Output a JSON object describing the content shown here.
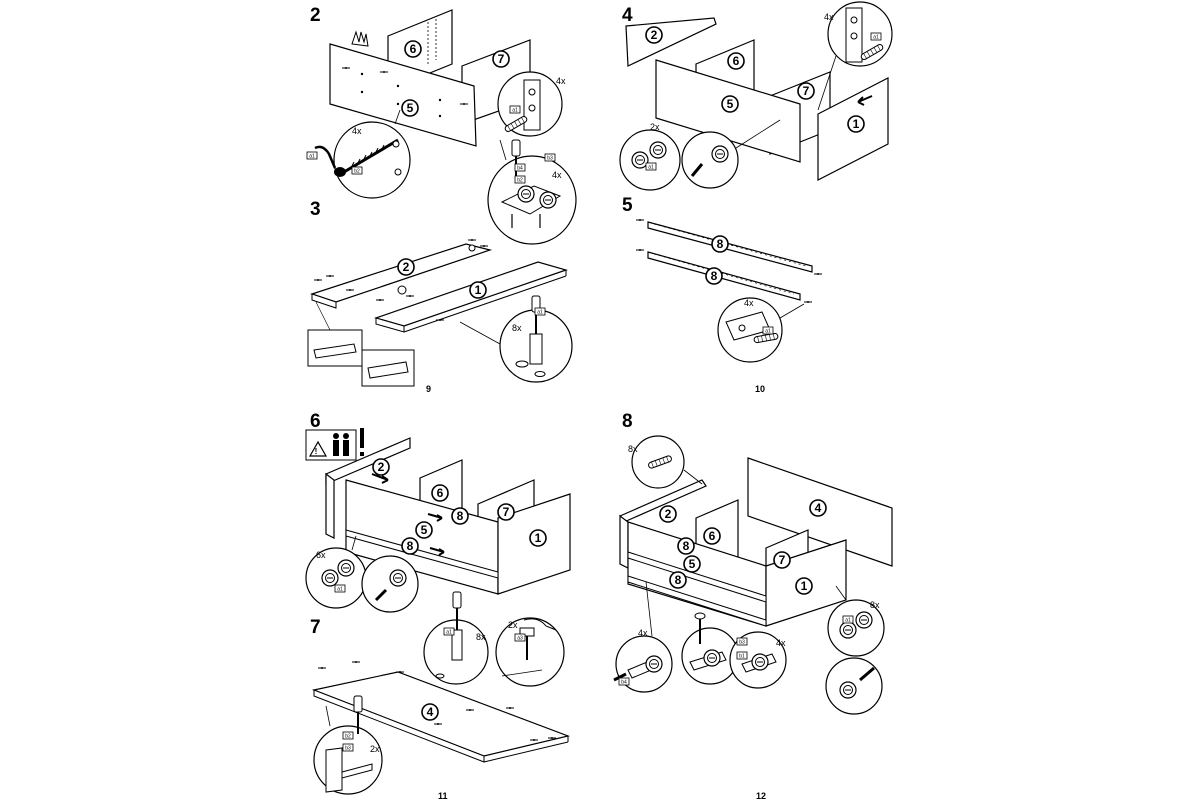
{
  "pages": [
    "9",
    "10",
    "11",
    "12"
  ],
  "steps": [
    "2",
    "3",
    "4",
    "5",
    "6",
    "7",
    "8"
  ],
  "part_numbers": {
    "p1": "1",
    "p2": "2",
    "p4": "4",
    "p5": "5",
    "p6": "6",
    "p7": "7",
    "p8": "8"
  },
  "counts": {
    "x2": "2x",
    "x4": "4x",
    "x6": "6x",
    "x8": "8x"
  },
  "fittings": {
    "a1": "a1",
    "b1": "b1",
    "b2": "b2",
    "b3": "b3",
    "b4": "b4",
    "a3": "a3"
  },
  "icons": {
    "warning": "warning-triangle-icon",
    "two_persons": "two-person-lift-icon",
    "attention": "exclamation-icon",
    "screwdriver": "screwdriver-icon",
    "hammer": "hammer-icon",
    "allen_key": "allen-key-icon"
  },
  "colors": {
    "ink": "#000000",
    "paper": "#ffffff",
    "shade": "#d9d9d9"
  }
}
